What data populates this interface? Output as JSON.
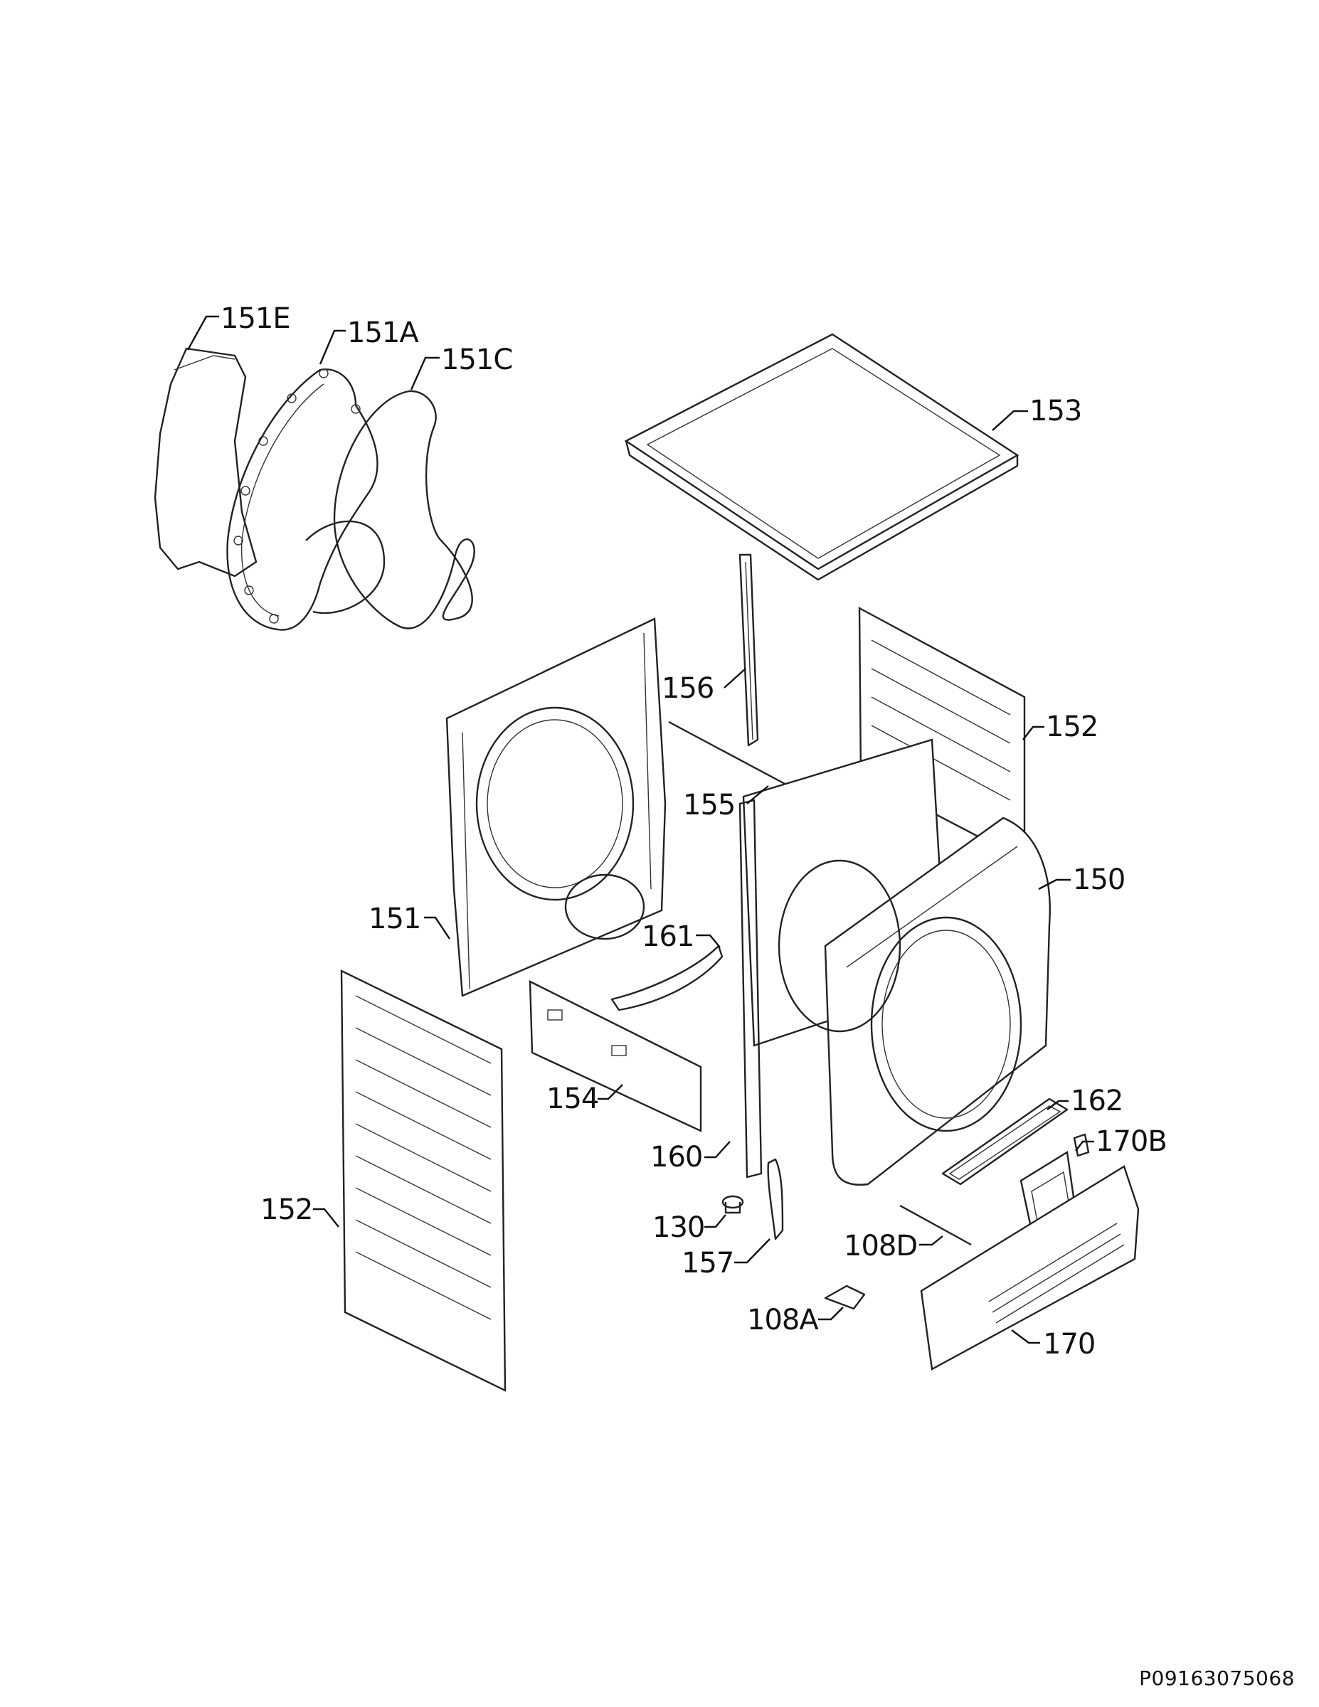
{
  "labels": {
    "p151E": "151E",
    "p151A": "151A",
    "p151C": "151C",
    "p153": "153",
    "p156": "156",
    "p152_right": "152",
    "p155": "155",
    "p150": "150",
    "p151": "151",
    "p161": "161",
    "p154": "154",
    "p162": "162",
    "p170B": "170B",
    "p160": "160",
    "p152_left": "152",
    "p130": "130",
    "p108D": "108D",
    "p157": "157",
    "p108A": "108A",
    "p170": "170"
  },
  "document_code": "P09163075068"
}
